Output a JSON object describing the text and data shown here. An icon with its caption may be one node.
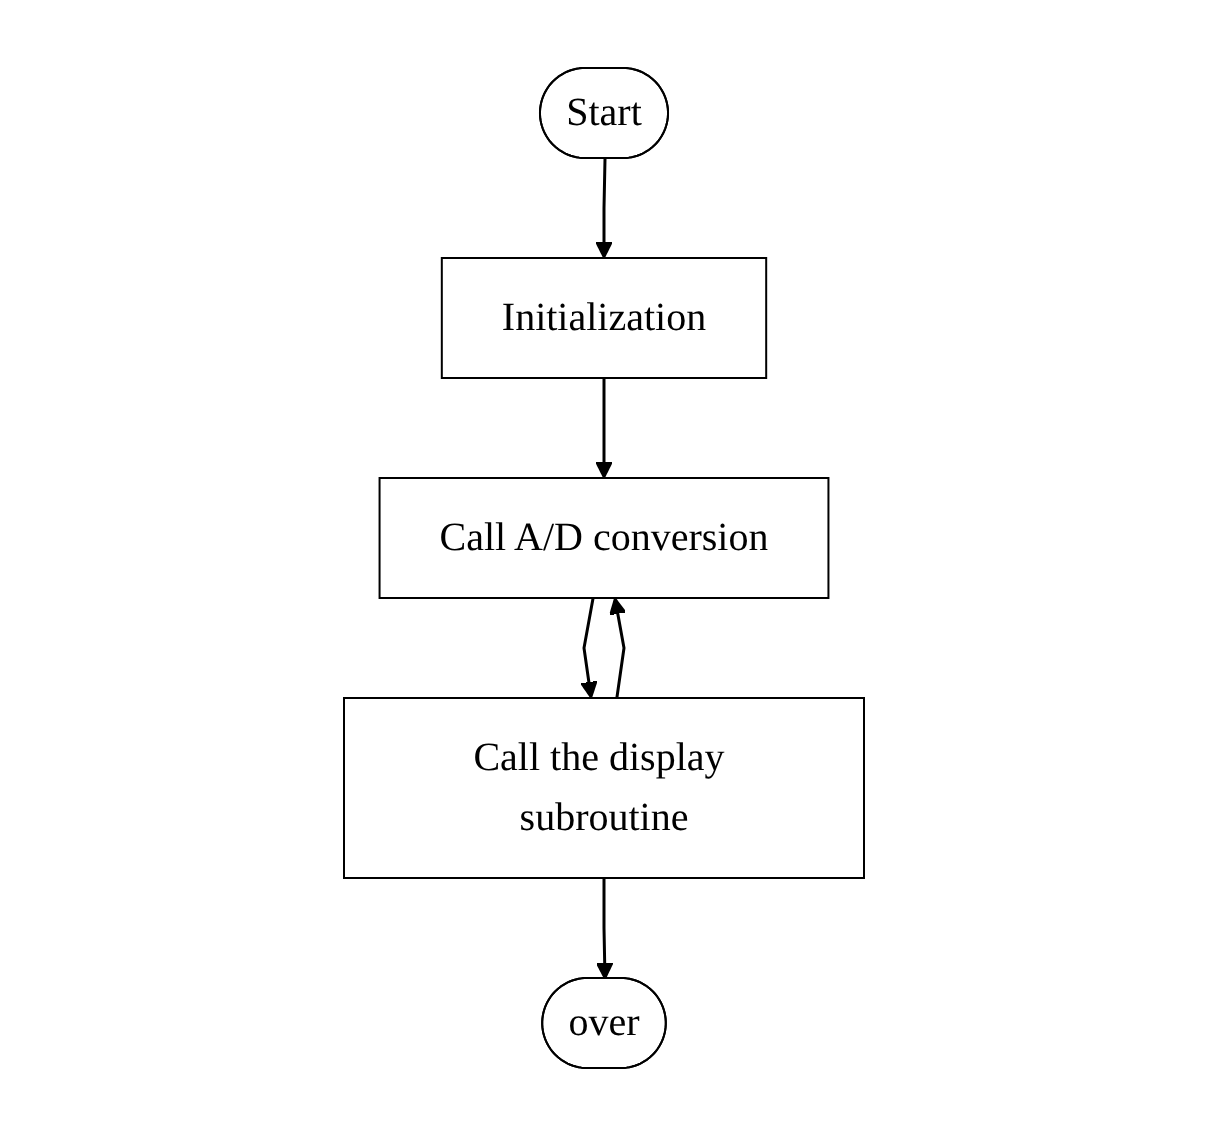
{
  "diagram": {
    "nodes": [
      {
        "text": [
          "Start"
        ]
      },
      {
        "text": [
          "Initialization"
        ]
      },
      {
        "text": [
          "Call A/D conversion"
        ]
      },
      {
        "text": [
          "Call the display subroutine"
        ]
      },
      {
        "text": [
          "over"
        ]
      }
    ],
    "edges": [
      {
        "from": 0,
        "to": 1,
        "arrow": "to"
      },
      {
        "from": 1,
        "to": 2,
        "arrow": "to"
      },
      {
        "from": 2,
        "to": 3,
        "arrow": "to"
      },
      {
        "from": 3,
        "to": 4,
        "arrow": "to"
      },
      {
        "from": 3,
        "to": 2,
        "arrow": "to"
      }
    ]
  }
}
